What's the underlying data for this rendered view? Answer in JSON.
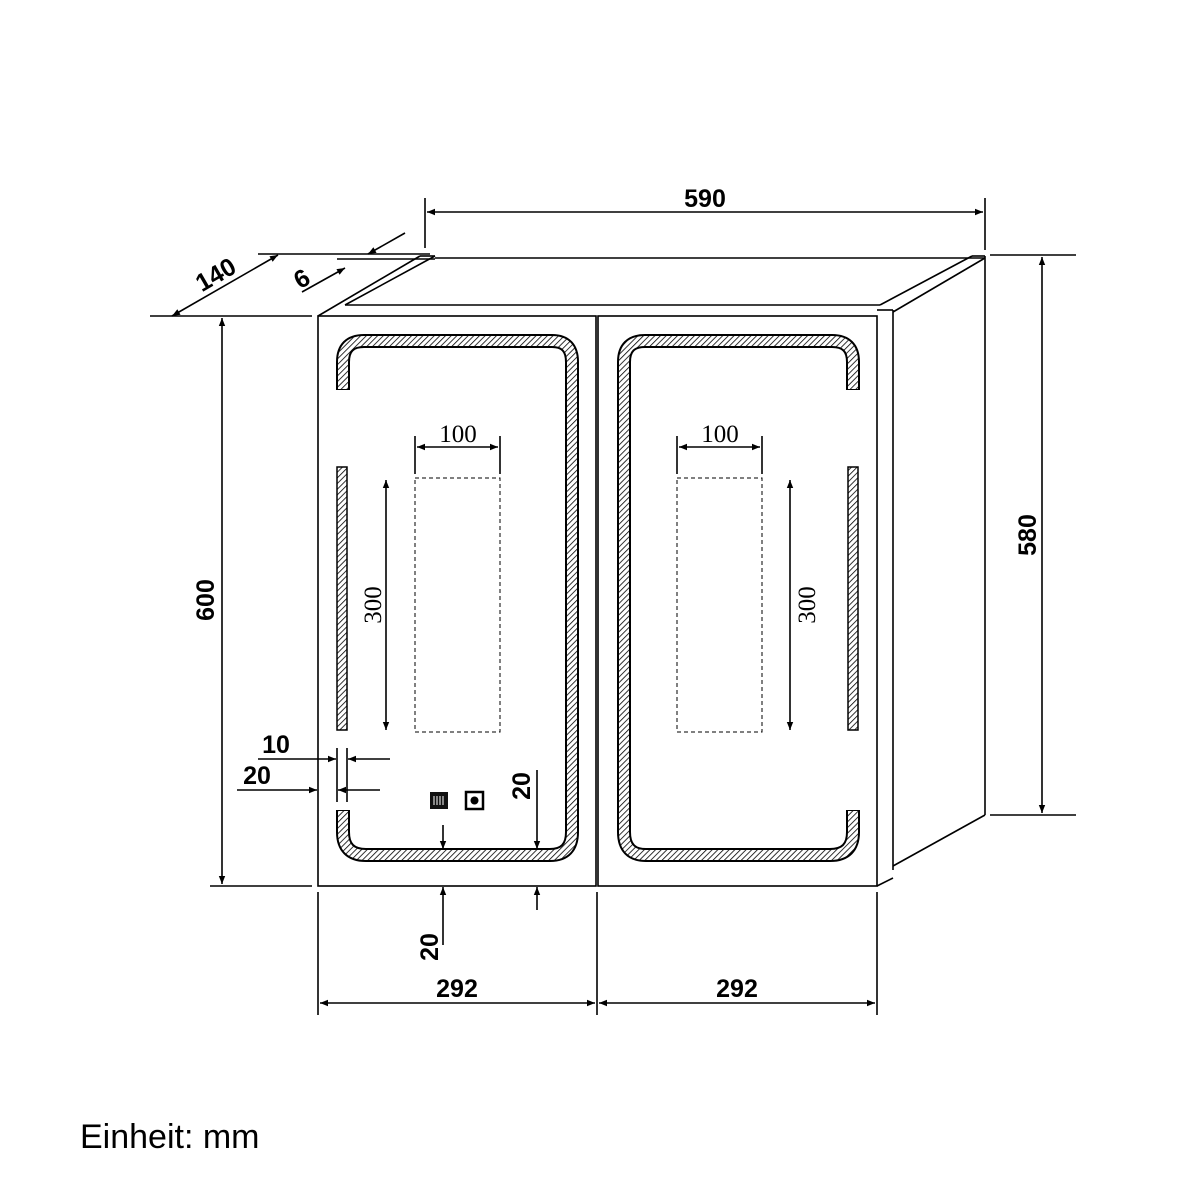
{
  "dimensions": {
    "total_width": "590",
    "height_front": "600",
    "height_side": "580",
    "depth": "140",
    "mirror_thickness": "6",
    "door_width_left": "292",
    "door_width_right": "292",
    "defog_width_left": "100",
    "defog_width_right": "100",
    "defog_height_left": "300",
    "defog_height_right": "300",
    "led_gap": "10",
    "led_width_offset": "20",
    "bottom_margin_left": "20",
    "bottom_margin_right": "20"
  },
  "unit_label": "Einheit: mm",
  "icons": [
    "defog-switch-icon",
    "light-switch-icon"
  ]
}
